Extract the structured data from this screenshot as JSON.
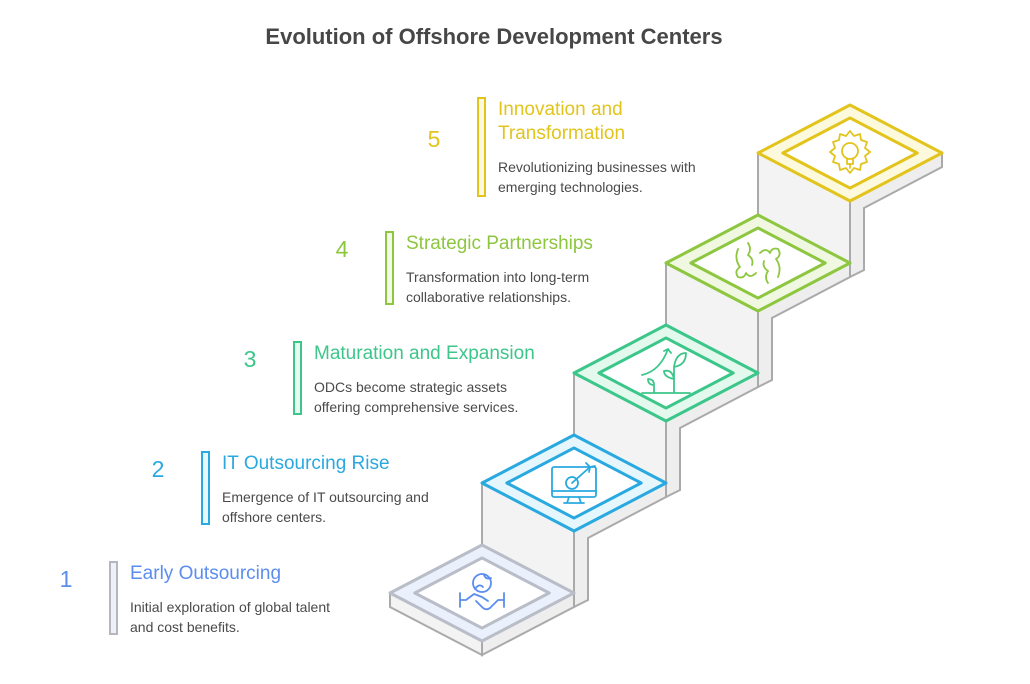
{
  "title": "Evolution of Offshore Development Centers",
  "steps": [
    {
      "number": "1",
      "title_lines": [
        "Early Outsourcing"
      ],
      "desc_lines": [
        "Initial exploration of global talent",
        "and cost benefits."
      ],
      "color": "#5b8def",
      "bar": "#b4b7bf",
      "bar_fill": "#eef1f8",
      "tint": "#eaf0fc",
      "edge": "#b9bdc8",
      "icon": "globe-handshake-icon"
    },
    {
      "number": "2",
      "title_lines": [
        "IT Outsourcing Rise"
      ],
      "desc_lines": [
        "Emergence of IT outsourcing and",
        "offshore centers."
      ],
      "color": "#29a9df",
      "bar": "#29a9df",
      "bar_fill": "#e8f6fd",
      "tint": "#e6f6fd",
      "edge": "#29a9df",
      "icon": "monitor-target-icon"
    },
    {
      "number": "3",
      "title_lines": [
        "Maturation and Expansion"
      ],
      "desc_lines": [
        "ODCs become strategic assets",
        "offering comprehensive services."
      ],
      "color": "#3cc68a",
      "bar": "#3cc68a",
      "bar_fill": "#e8f9f0",
      "tint": "#e4f9ee",
      "edge": "#3cc68a",
      "icon": "plant-growth-icon"
    },
    {
      "number": "4",
      "title_lines": [
        "Strategic Partnerships"
      ],
      "desc_lines": [
        "Transformation into long-term",
        "collaborative relationships."
      ],
      "color": "#8dc63f",
      "bar": "#8dc63f",
      "bar_fill": "#f2f9e6",
      "tint": "#f1f8e2",
      "edge": "#8dc63f",
      "icon": "collaboration-hands-icon"
    },
    {
      "number": "5",
      "title_lines": [
        "Innovation and",
        "Transformation"
      ],
      "desc_lines": [
        "Revolutionizing businesses with",
        "emerging technologies."
      ],
      "color": "#e2c41c",
      "bar": "#e2c41c",
      "bar_fill": "#fdf9e0",
      "tint": "#fdf9dc",
      "edge": "#e2c41c",
      "icon": "gear-lightbulb-icon"
    }
  ]
}
